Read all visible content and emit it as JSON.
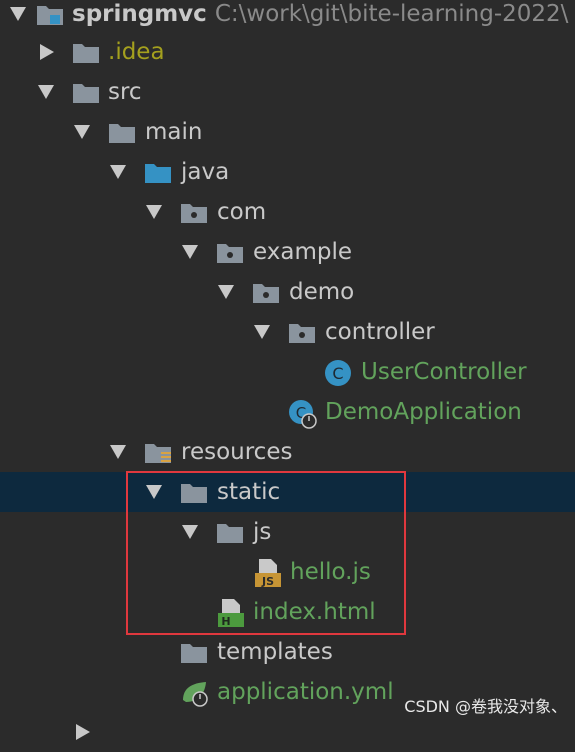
{
  "tree": {
    "root": {
      "name": "springmvc",
      "path": "C:\\work\\git\\bite-learning-2022\\"
    },
    "idea": "idea",
    "idea_prefix": ".",
    "src": "src",
    "main": "main",
    "java": "java",
    "com": "com",
    "example": "example",
    "demo": "demo",
    "controller": "controller",
    "user_controller": "UserController",
    "demo_application": "DemoApplication",
    "resources": "resources",
    "static": "static",
    "js": "js",
    "hello_js": "hello.js",
    "index_html": "index.html",
    "templates": "templates",
    "application_yml": "application.yml"
  },
  "icons": {
    "folder_color": "#8a949e",
    "source_folder_color": "#3592c4",
    "class_icon_color": "#3592c4",
    "js_badge_color": "#c79535",
    "html_badge_color": "#4c9a3e",
    "js_badge_text": "JS",
    "html_badge_text": "H",
    "class_letter": "C"
  },
  "watermark": "CSDN @卷我没对象、"
}
